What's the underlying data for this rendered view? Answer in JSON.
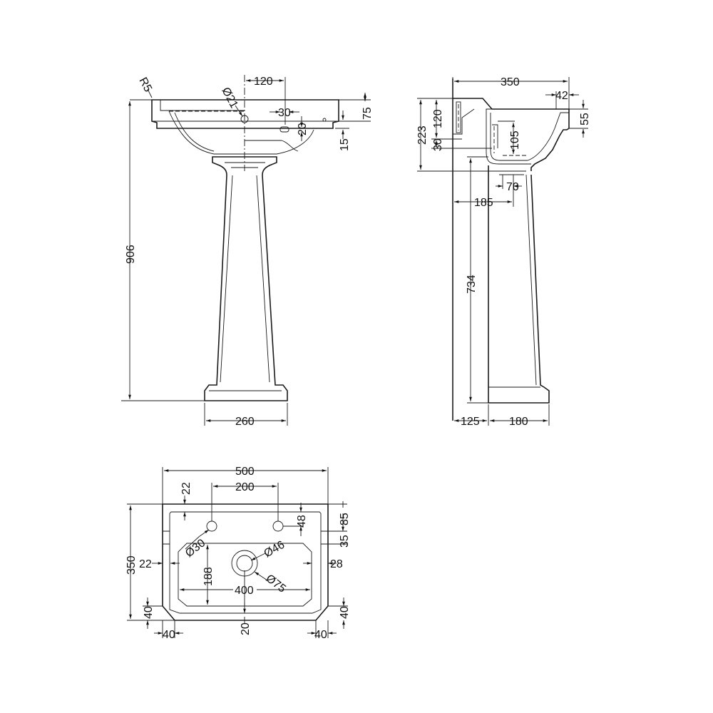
{
  "front_view": {
    "radius": "R5",
    "hole_dia": "Ø21",
    "tap_offset": "120",
    "tap_slot_width": "30",
    "tap_slot_height": "20",
    "rim_height": "75",
    "lip_height": "15",
    "overall_height": "906",
    "pedestal_base_width": "260"
  },
  "side_view": {
    "depth": "350",
    "rim_lip": "42",
    "rim_profile": "55",
    "back_height": "223",
    "bracket_height": "120",
    "bracket_offset": "30",
    "bowl_depth": "105",
    "waste_width": "70",
    "waste_offset": "185",
    "pedestal_height": "734",
    "pedestal_offset": "125",
    "pedestal_depth": "180"
  },
  "plan_view": {
    "width": "500",
    "tap_spacing": "200",
    "tap_from_back": "22",
    "tap_from_edge": "48",
    "ledge_offset": "85",
    "ledge_width": "35",
    "depth": "350",
    "tap_hole_dia": "Ø30",
    "waste_dia": "Ø46",
    "waste_outer_dia": "Ø75",
    "left_margin": "22",
    "right_margin": "28",
    "bowl_depth": "188",
    "bowl_width": "400",
    "chamfer_left_v": "40",
    "chamfer_right_v": "40",
    "chamfer_left_h": "40",
    "chamfer_right_h": "40",
    "front_margin": "20"
  }
}
